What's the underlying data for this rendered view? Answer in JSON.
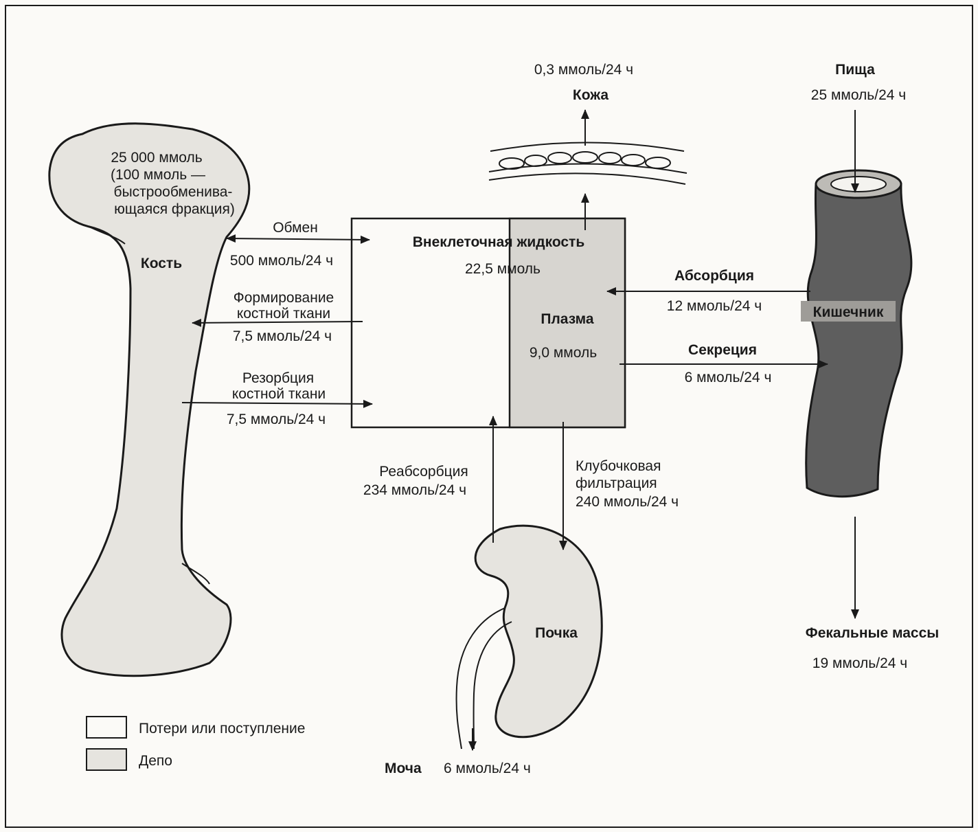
{
  "skin": {
    "value": "0,3 ммоль/24 ч",
    "label": "Кожа"
  },
  "food": {
    "label": "Пища",
    "value": "25 ммоль/24 ч"
  },
  "bone": {
    "store_line1": "25 000 ммоль",
    "store_line2": "(100 ммоль —",
    "store_line3": "быстрообменива-",
    "store_line4": "ющаяся фракция)",
    "label": "Кость"
  },
  "exchange": {
    "label": "Обмен",
    "value": "500 ммоль/24 ч"
  },
  "formation": {
    "line1": "Формирование",
    "line2": "костной ткани",
    "value": "7,5 ммоль/24 ч"
  },
  "resorption": {
    "line1": "Резорбция",
    "line2": "костной ткани",
    "value": "7,5 ммоль/24 ч"
  },
  "ecf": {
    "label": "Внеклеточная жидкость",
    "value": "22,5 ммоль"
  },
  "plasma": {
    "label": "Плазма",
    "value": "9,0 ммоль"
  },
  "absorption": {
    "label": "Абсорбция",
    "value": "12 ммоль/24 ч"
  },
  "secretion": {
    "label": "Секреция",
    "value": "6 ммоль/24 ч"
  },
  "intestine": {
    "label": "Кишечник"
  },
  "reabsorption": {
    "label": "Реабсорбция",
    "value": "234 ммоль/24 ч"
  },
  "filtration": {
    "line1": "Клубочковая",
    "line2": "фильтрация",
    "value": "240 ммоль/24 ч"
  },
  "kidney": {
    "label": "Почка"
  },
  "urine": {
    "label": "Моча",
    "value": "6 ммоль/24 ч"
  },
  "feces": {
    "label": "Фекальные массы",
    "value": "19 ммоль/24 ч"
  },
  "legend": [
    {
      "label": "Потери или поступление"
    },
    {
      "label": "Депо"
    }
  ],
  "colors": {
    "paper": "#fbfaf7",
    "ink": "#1a1a1a",
    "bone_fill": "#e6e4df",
    "plasma_fill": "#d7d5d0",
    "intestine_fill": "#5e5e5e",
    "kidney_fill": "#e6e4df"
  }
}
